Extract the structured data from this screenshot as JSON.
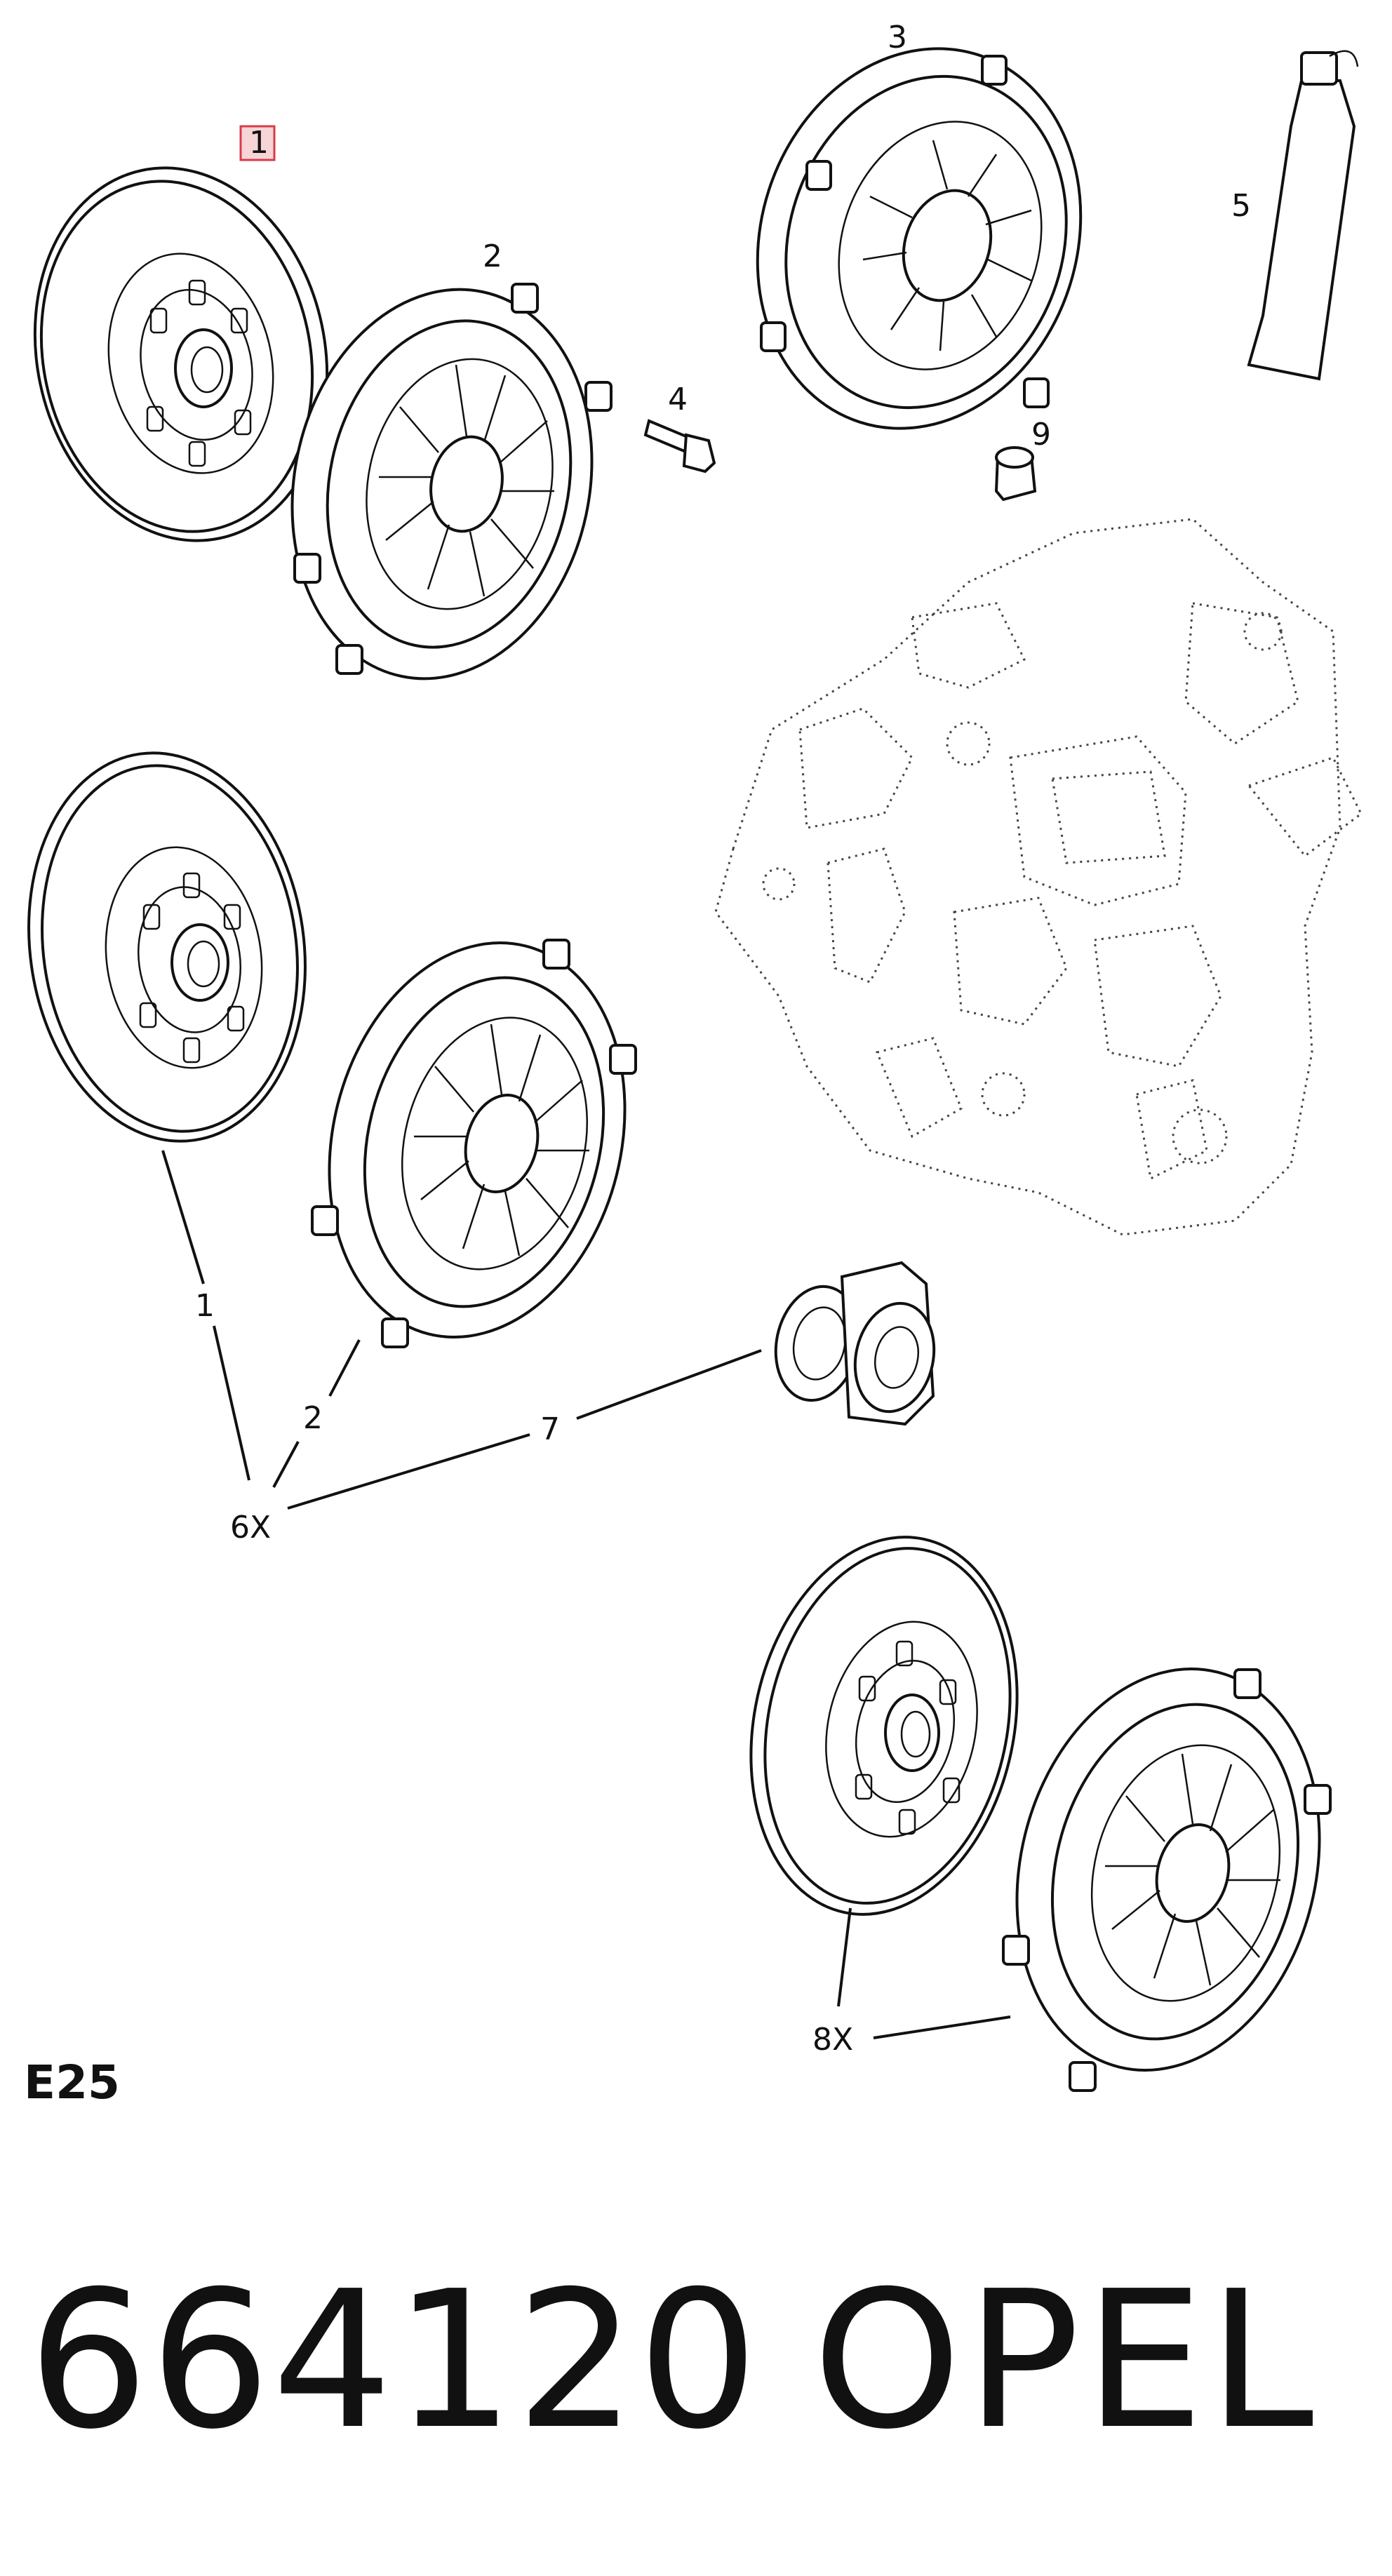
{
  "labels": {
    "top_disc": "1",
    "top_cover": "2",
    "pressure_plate": "3",
    "bolt": "4",
    "grease_tube": "5",
    "bushing": "9",
    "mid_disc": "1",
    "mid_cover": "2",
    "release_bearing": "7",
    "kit_6x": "6X",
    "kit_8x": "8X"
  },
  "section_code": "E25",
  "part_number": "664120",
  "brand": "OPEL",
  "colors": {
    "highlight_fill": "#f7d4d6",
    "highlight_stroke": "#d63c4a",
    "ink": "#111111"
  }
}
